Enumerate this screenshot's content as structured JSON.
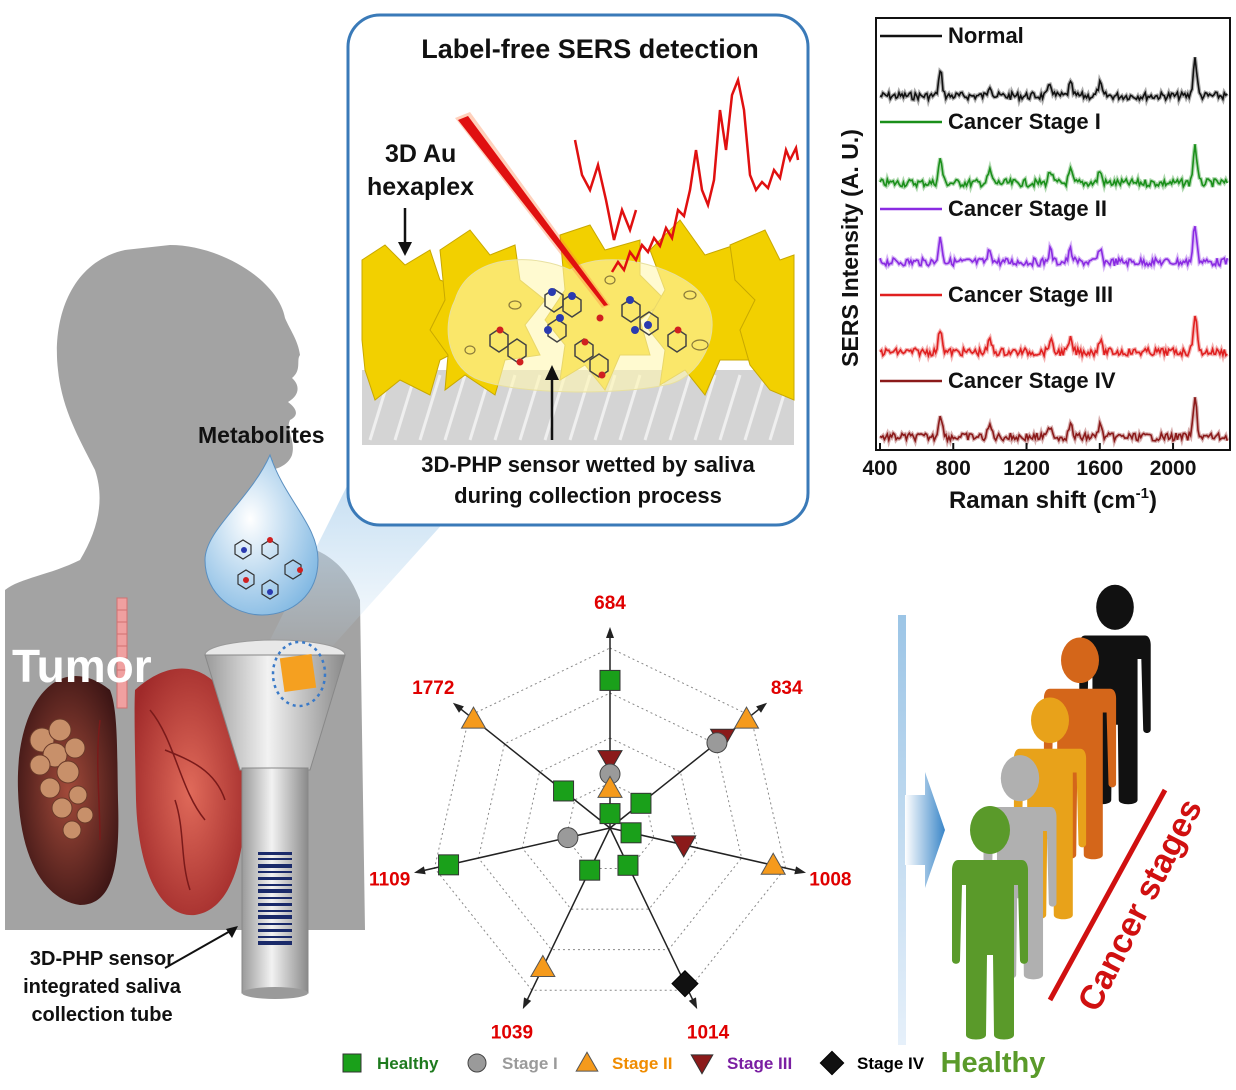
{
  "inset": {
    "title": "Label-free SERS detection",
    "au_label_line1": "3D Au",
    "au_label_line2": "hexaplex",
    "sensor_caption_line1": "3D-PHP sensor wetted by saliva",
    "sensor_caption_line2": "during collection process"
  },
  "person": {
    "metabolites_label": "Metabolites",
    "tumor_label": "Tumor",
    "tube_caption_line1": "3D-PHP sensor",
    "tube_caption_line2": "integrated saliva",
    "tube_caption_line3": "collection tube"
  },
  "spectra": {
    "ylabel": "SERS Intensity (A. U.)",
    "xlabel": "Raman shift (cm",
    "xlabel_sup": "-1",
    "xlabel_end": ")",
    "xticks": [
      "400",
      "800",
      "1200",
      "1600",
      "2000"
    ],
    "xlim": [
      400,
      2300
    ],
    "traces": [
      {
        "name": "Normal",
        "color": "#111111"
      },
      {
        "name": "Cancer Stage I",
        "color": "#1a8f1a"
      },
      {
        "name": "Cancer Stage II",
        "color": "#8a2be2"
      },
      {
        "name": "Cancer Stage III",
        "color": "#e02020"
      },
      {
        "name": "Cancer Stage IV",
        "color": "#8b1a1a"
      }
    ],
    "peaks_cm": [
      730,
      1000,
      1330,
      1440,
      1600,
      2120
    ]
  },
  "radar": {
    "axes": [
      "684",
      "834",
      "1008",
      "1014",
      "1039",
      "1109",
      "1772"
    ],
    "axis_color": "#e00000",
    "legend": [
      {
        "label": "Healthy",
        "color": "#1e7a1e",
        "marker": "square",
        "fill": "#1aa01a"
      },
      {
        "label": "Stage I",
        "color": "#9a9a9a",
        "marker": "circle",
        "fill": "#9a9a9a"
      },
      {
        "label": "Stage II",
        "color": "#f08c00",
        "marker": "triangle-up",
        "fill": "#f59a1c"
      },
      {
        "label": "Stage III",
        "color": "#7a1fa2",
        "marker": "triangle-down",
        "fill": "#8b1a1a"
      },
      {
        "label": "Stage IV",
        "color": "#000000",
        "marker": "diamond",
        "fill": "#111111"
      }
    ]
  },
  "stages_panel": {
    "healthy_label": "Healthy",
    "cancer_label": "Cancer stages",
    "figure_colors": [
      "#5a9a2a",
      "#b0b0b0",
      "#e8a21a",
      "#d4661a",
      "#111111"
    ]
  }
}
